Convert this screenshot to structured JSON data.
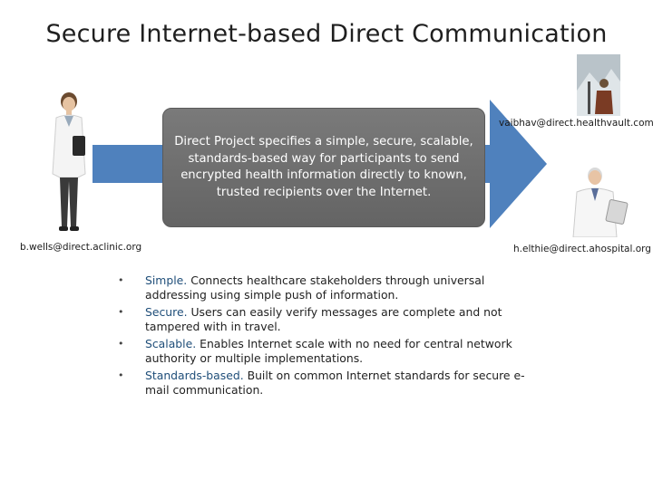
{
  "title": "Secure Internet-based Direct Communication",
  "description": "Direct Project specifies a simple, secure, scalable, standards-based way for participants to send encrypted health information directly to known, trusted recipients over the Internet.",
  "arrow_color": "#4f81bd",
  "emails": {
    "sender": "b.wells@direct.aclinic.org",
    "recipient_top": "vaibhav@direct.healthvault.com",
    "recipient_bottom": "h.elthie@direct.ahospital.org"
  },
  "bullets": [
    {
      "term": "Simple.",
      "text": " Connects healthcare stakeholders through universal addressing using simple push of information."
    },
    {
      "term": "Secure.",
      "text": " Users can easily verify messages are complete and not tampered with in travel."
    },
    {
      "term": "Scalable.",
      "text": " Enables Internet scale with no need for central network authority or multiple implementations."
    },
    {
      "term": "Standards-based.",
      "text": " Built on common Internet standards for secure e-mail communication."
    }
  ],
  "bullet_symbol": "•",
  "icons": [
    "doctor-female-photo",
    "mountaineer-photo",
    "doctor-male-photo"
  ]
}
